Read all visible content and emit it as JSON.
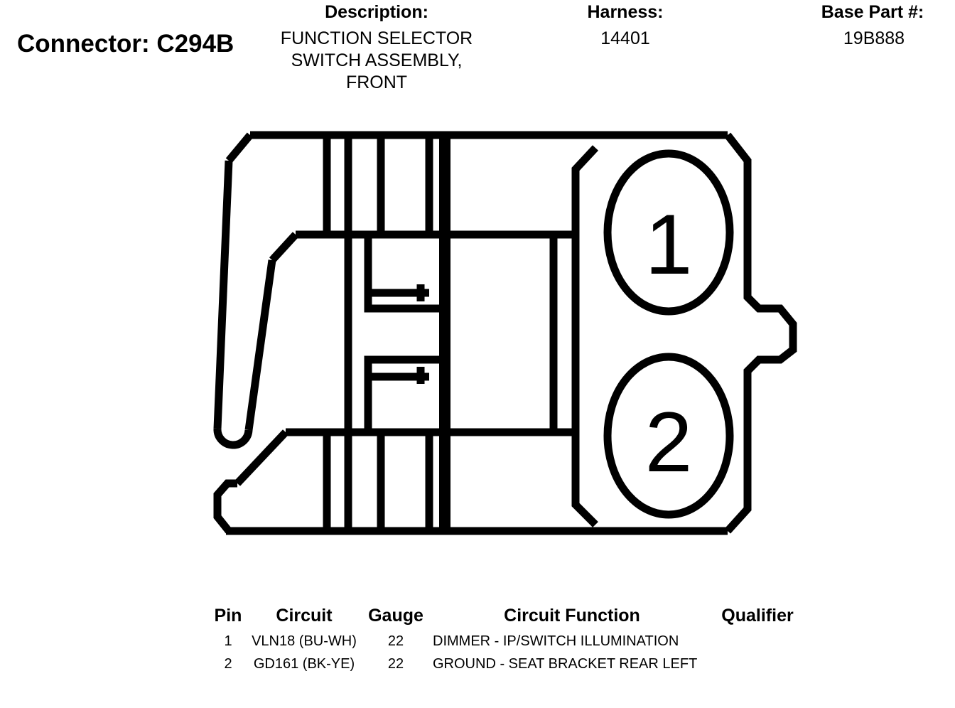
{
  "connector_label": "Connector: C294B",
  "header": {
    "description_label": "Description:",
    "description_lines": [
      "FUNCTION SELECTOR",
      "SWITCH ASSEMBLY,",
      "FRONT"
    ],
    "harness_label": "Harness:",
    "harness_value": "14401",
    "base_part_label": "Base Part #:",
    "base_part_value": "19B888"
  },
  "diagram": {
    "pin_labels": [
      "1",
      "2"
    ]
  },
  "table": {
    "headers": {
      "pin": "Pin",
      "circuit": "Circuit",
      "gauge": "Gauge",
      "function": "Circuit Function",
      "qualifier": "Qualifier"
    },
    "rows": [
      {
        "pin": "1",
        "circuit": "VLN18 (BU-WH)",
        "gauge": "22",
        "function": "DIMMER - IP/SWITCH ILLUMINATION",
        "qualifier": ""
      },
      {
        "pin": "2",
        "circuit": "GD161 (BK-YE)",
        "gauge": "22",
        "function": "GROUND - SEAT BRACKET REAR LEFT",
        "qualifier": ""
      }
    ]
  }
}
